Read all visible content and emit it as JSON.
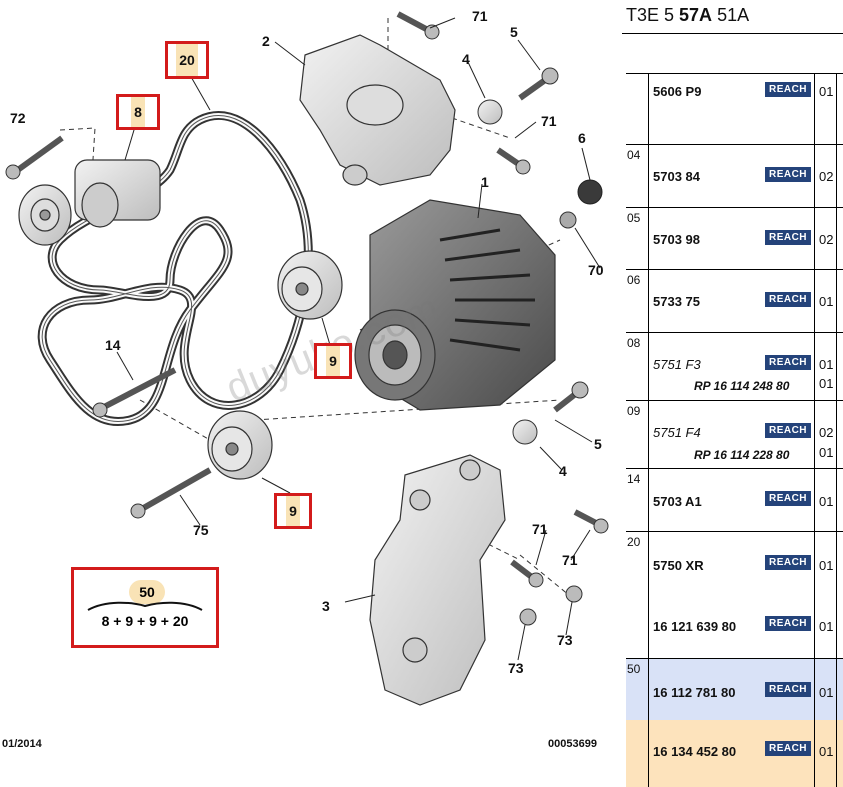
{
  "diagram": {
    "callouts": {
      "c71a": "71",
      "c2": "2",
      "c5a": "5",
      "c4a": "4",
      "c71b": "71",
      "c6": "6",
      "c1": "1",
      "c70": "70",
      "c72": "72",
      "c14": "14",
      "c5b": "5",
      "c4b": "4",
      "c75": "75",
      "c71c": "71",
      "c71d": "71",
      "c3": "3",
      "c73a": "73",
      "c73b": "73"
    },
    "boxed": {
      "b20": "20",
      "b8": "8",
      "b9a": "9",
      "b9b": "9"
    },
    "kit": {
      "number": "50",
      "formula": "8 + 9 + 9 + 20"
    },
    "footer_date": "01/2014",
    "footer_code": "00053699",
    "watermark": "duyuko.com"
  },
  "panel": {
    "header_pre": "T3E 5 ",
    "header_bold": "57A",
    "header_post": " 51A",
    "rows": [
      {
        "pos": "",
        "ref": "5606 P9",
        "badge": "REACH",
        "qty": "01"
      },
      {
        "pos": "04",
        "ref": "5703 84",
        "badge": "REACH",
        "qty": "02"
      },
      {
        "pos": "05",
        "ref": "5703 98",
        "badge": "REACH",
        "qty": "02"
      },
      {
        "pos": "06",
        "ref": "5733 75",
        "badge": "REACH",
        "qty": "01"
      },
      {
        "pos": "08",
        "ref": "5751 F3",
        "rp": "RP 16 114 248 80",
        "badge": "REACH",
        "qty": "01",
        "qty2": "01"
      },
      {
        "pos": "09",
        "ref": "5751 F4",
        "rp": "RP 16 114 228 80",
        "badge": "REACH",
        "qty": "02",
        "qty2": "01"
      },
      {
        "pos": "14",
        "ref": "5703 A1",
        "badge": "REACH",
        "qty": "01"
      },
      {
        "pos": "20",
        "ref": "5750 XR",
        "badge": "REACH",
        "qty": "01",
        "ref2": "16 121 639 80",
        "badge2": "REACH",
        "qty3": "01"
      },
      {
        "pos": "50",
        "ref": "16 112 781 80",
        "badge": "REACH",
        "qty": "01"
      },
      {
        "pos": "",
        "ref": "16 134 452 80",
        "badge": "REACH",
        "qty": "01"
      }
    ]
  },
  "colors": {
    "highlight_box": "#d31b1b",
    "number_bg": "#f9e3b6",
    "reach_badge": "#24437a",
    "row50_bg": "#d9e2f7",
    "row_last_bg": "#fde3bc"
  }
}
